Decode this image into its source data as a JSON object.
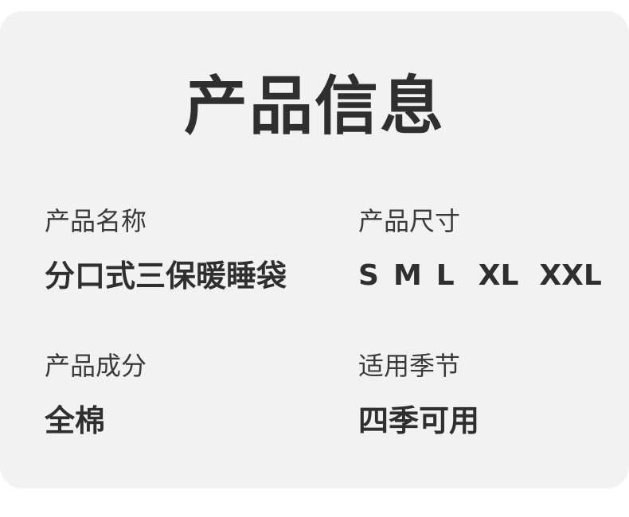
{
  "title": "产品信息",
  "fields": [
    {
      "label": "产品名称",
      "value": "分口式三保暖睡袋"
    },
    {
      "label": "产品尺寸",
      "sizes": [
        "S",
        "M",
        "L",
        "XL",
        "XXL"
      ]
    },
    {
      "label": "产品成分",
      "value": "全棉"
    },
    {
      "label": "适用季节",
      "value": "四季可用"
    }
  ]
}
